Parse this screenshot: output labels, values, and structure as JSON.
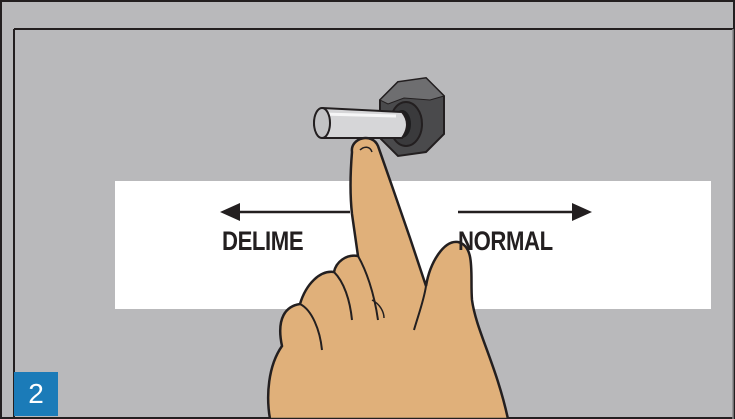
{
  "panel": {
    "label_left": "DELIME",
    "label_right": "NORMAL"
  },
  "step": {
    "number": "2"
  },
  "colors": {
    "panel_gray": "#b9b9bb",
    "label_plate": "#ffffff",
    "badge_blue": "#1b7bb8",
    "hand_skin": "#e0b07a",
    "outline": "#231f20"
  },
  "icons": {
    "switch": "toggle-switch-icon",
    "hand": "pointing-hand-icon",
    "arrow_left": "arrow-left-icon",
    "arrow_right": "arrow-right-icon"
  }
}
